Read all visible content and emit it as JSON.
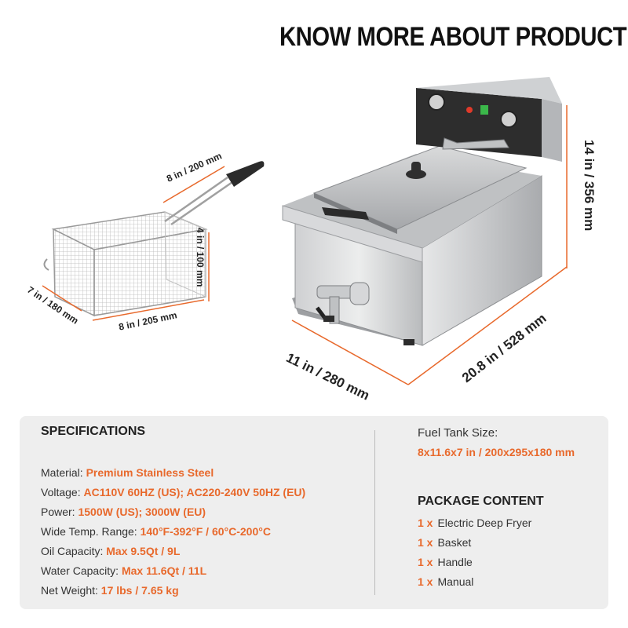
{
  "header": {
    "title": "KNOW MORE ABOUT PRODUCT"
  },
  "dimensions": {
    "basket_handle": "8 in / 200 mm",
    "basket_height": "4 in / 100 mm",
    "basket_depth": "7 in / 180 mm",
    "basket_width": "8 in / 205 mm",
    "fryer_width": "11 in / 280 mm",
    "fryer_depth": "20.8 in / 528 mm",
    "fryer_height": "14 in / 356 mm"
  },
  "specifications": {
    "heading": "SPECIFICATIONS",
    "rows": [
      {
        "label": "Material:",
        "value": "Premium Stainless Steel"
      },
      {
        "label": "Voltage:",
        "value": "AC110V 60HZ (US); AC220-240V 50HZ (EU)"
      },
      {
        "label": "Power:",
        "value": "1500W (US); 3000W (EU)"
      },
      {
        "label": "Wide Temp. Range:",
        "value": "140°F-392°F / 60°C-200°C"
      },
      {
        "label": "Oil Capacity:",
        "value": "Max 9.5Qt / 9L"
      },
      {
        "label": "Water Capacity:",
        "value": "Max 11.6Qt / 11L"
      },
      {
        "label": "Net Weight:",
        "value": "17 lbs / 7.65 kg"
      }
    ]
  },
  "fuel_tank": {
    "label": "Fuel Tank Size:",
    "value": "8x11.6x7 in / 200x295x180 mm"
  },
  "package": {
    "heading": "PACKAGE CONTENT",
    "items": [
      {
        "qty": "1 x",
        "name": "Electric Deep Fryer"
      },
      {
        "qty": "1 x",
        "name": "Basket"
      },
      {
        "qty": "1 x",
        "name": "Handle"
      },
      {
        "qty": "1 x",
        "name": "Manual"
      }
    ]
  },
  "colors": {
    "accent": "#e8692c",
    "panel_bg": "#eeeeee",
    "dim_line": "#e8692c"
  }
}
